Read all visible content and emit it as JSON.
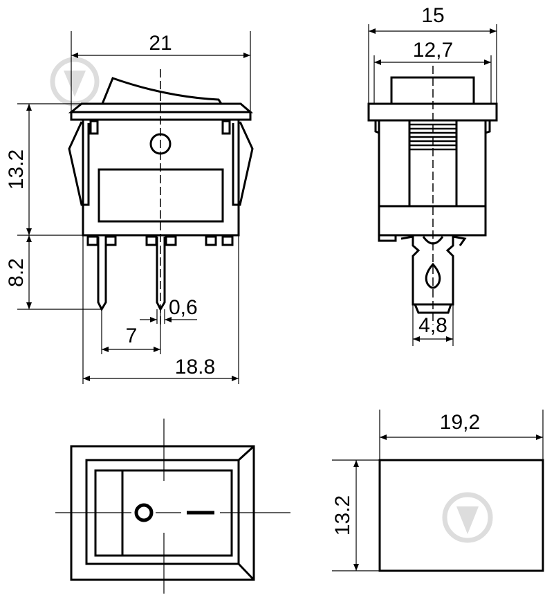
{
  "watermark": {
    "icon": "dnipro-m-logo-icon",
    "color": "#dddddd"
  },
  "front_view": {
    "width_label": "21",
    "height_label": "13.2",
    "pin_length_label": "8.2",
    "pin_width_label": "0,6",
    "pin_pitch_label": "7",
    "body_width_label": "18.8"
  },
  "side_view": {
    "width_label": "15",
    "inner_width_label": "12,7",
    "terminal_width_label": "4,8"
  },
  "top_view": {
    "off_symbol": "O",
    "on_symbol": "I"
  },
  "cutout_view": {
    "width_label": "19,2",
    "height_label": "13.2"
  }
}
